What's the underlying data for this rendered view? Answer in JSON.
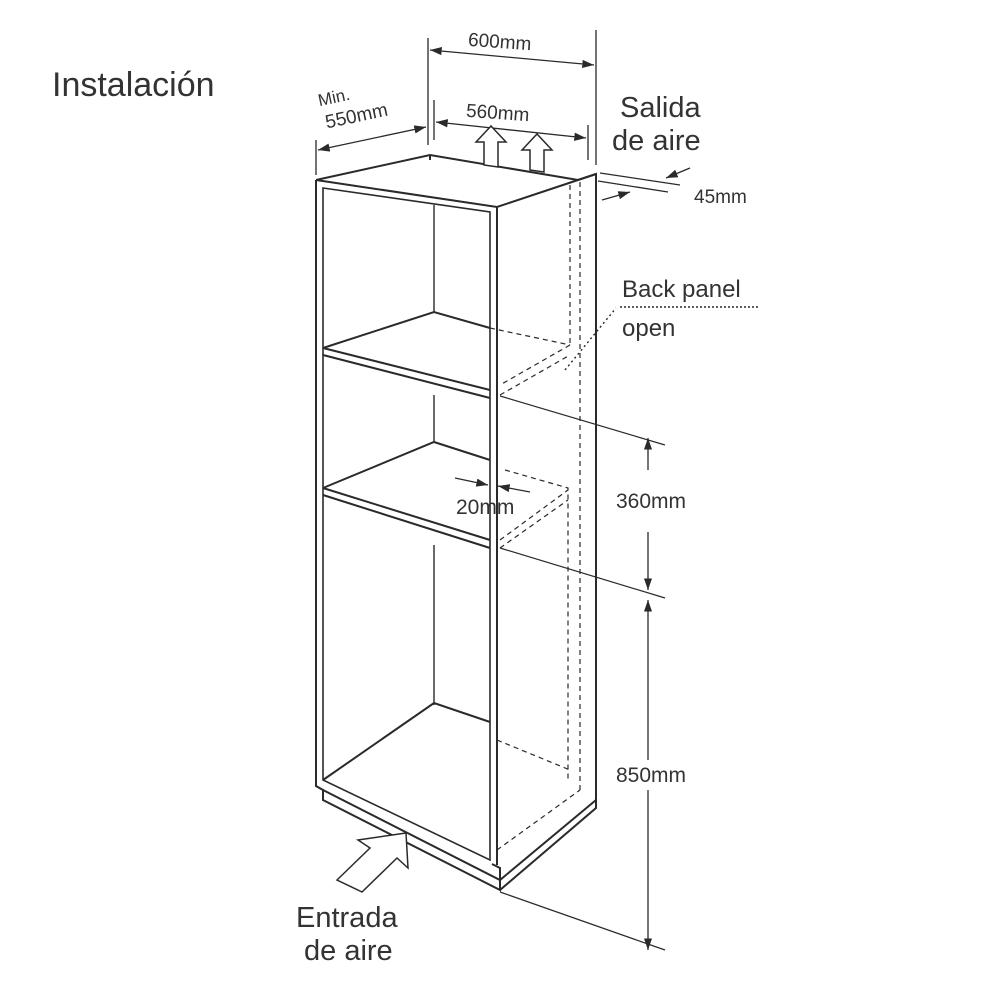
{
  "title": "Instalación",
  "labels": {
    "width_outer": "600mm",
    "width_inner": "560mm",
    "depth_min": "Min.",
    "depth_value": "550mm",
    "air_out_line1": "Salida",
    "air_out_line2": "de aire",
    "gap_back": "45mm",
    "back_panel_line1": "Back panel",
    "back_panel_line2": "open",
    "shelf_gap": "20mm",
    "opening_height": "360mm",
    "base_height": "850mm",
    "air_in_line1": "Entrada",
    "air_in_line2": "de aire"
  },
  "colors": {
    "line": "#2a2a2a",
    "text": "#333333",
    "background": "#ffffff"
  }
}
